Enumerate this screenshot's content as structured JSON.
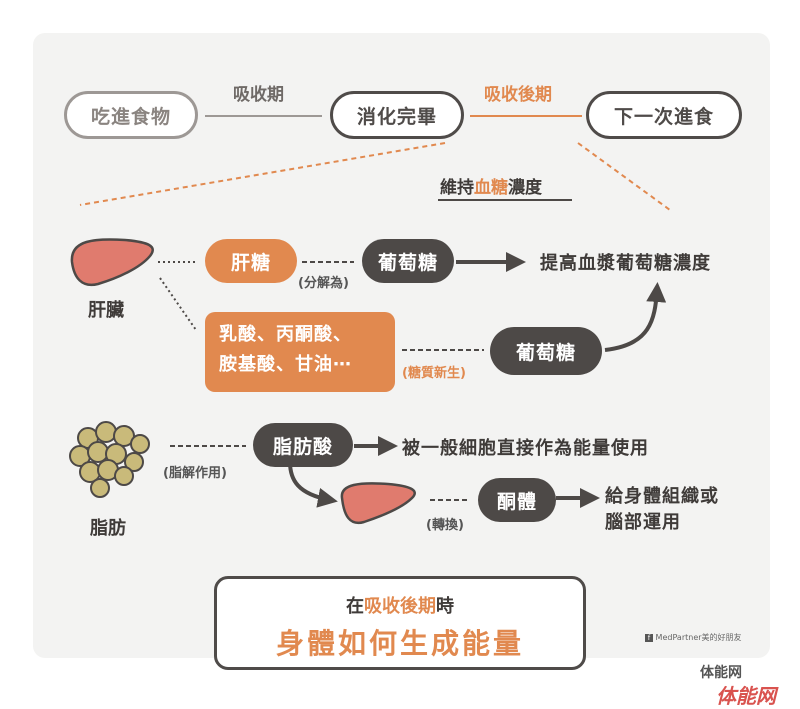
{
  "top_flow": {
    "stage_eat": "吃進食物",
    "stage_digested": "消化完畢",
    "stage_next_meal": "下一次進食",
    "period_absorptive": "吸收期",
    "period_postabsorptive": "吸收後期"
  },
  "maintain": {
    "prefix": "維持",
    "highlight": "血糖",
    "suffix": "濃度"
  },
  "liver": {
    "label": "肝臟",
    "glycogen": "肝糖",
    "breakdown_note": "(分解為)",
    "glucose_1": "葡萄糖",
    "substrates_line1": "乳酸、丙酮酸、",
    "substrates_line2": "胺基酸、甘油⋯",
    "gluconeogenesis_note": "(糖質新生)",
    "glucose_2": "葡萄糖",
    "result": "提高血漿葡萄糖濃度"
  },
  "fat": {
    "label": "脂肪",
    "lipolysis_note": "(脂解作用)",
    "fatty_acid": "脂肪酸",
    "fatty_acid_use": "被一般細胞直接作為能量使用",
    "conversion_note": "(轉換)",
    "ketone": "酮體",
    "ketone_use_line1": "給身體組織或",
    "ketone_use_line2": "腦部運用"
  },
  "title": {
    "sub_prefix": "在",
    "sub_highlight": "吸收後期",
    "sub_suffix": "時",
    "main": "身體如何生成能量"
  },
  "credit": "MedPartner美的好朋友",
  "watermark": {
    "top": "体能网",
    "bottom": "体能网"
  },
  "colors": {
    "accent": "#e1894f",
    "dark": "#4d4947",
    "gray": "#9d9895",
    "liver": "#e07b6e",
    "fat": "#c9ba7a"
  }
}
